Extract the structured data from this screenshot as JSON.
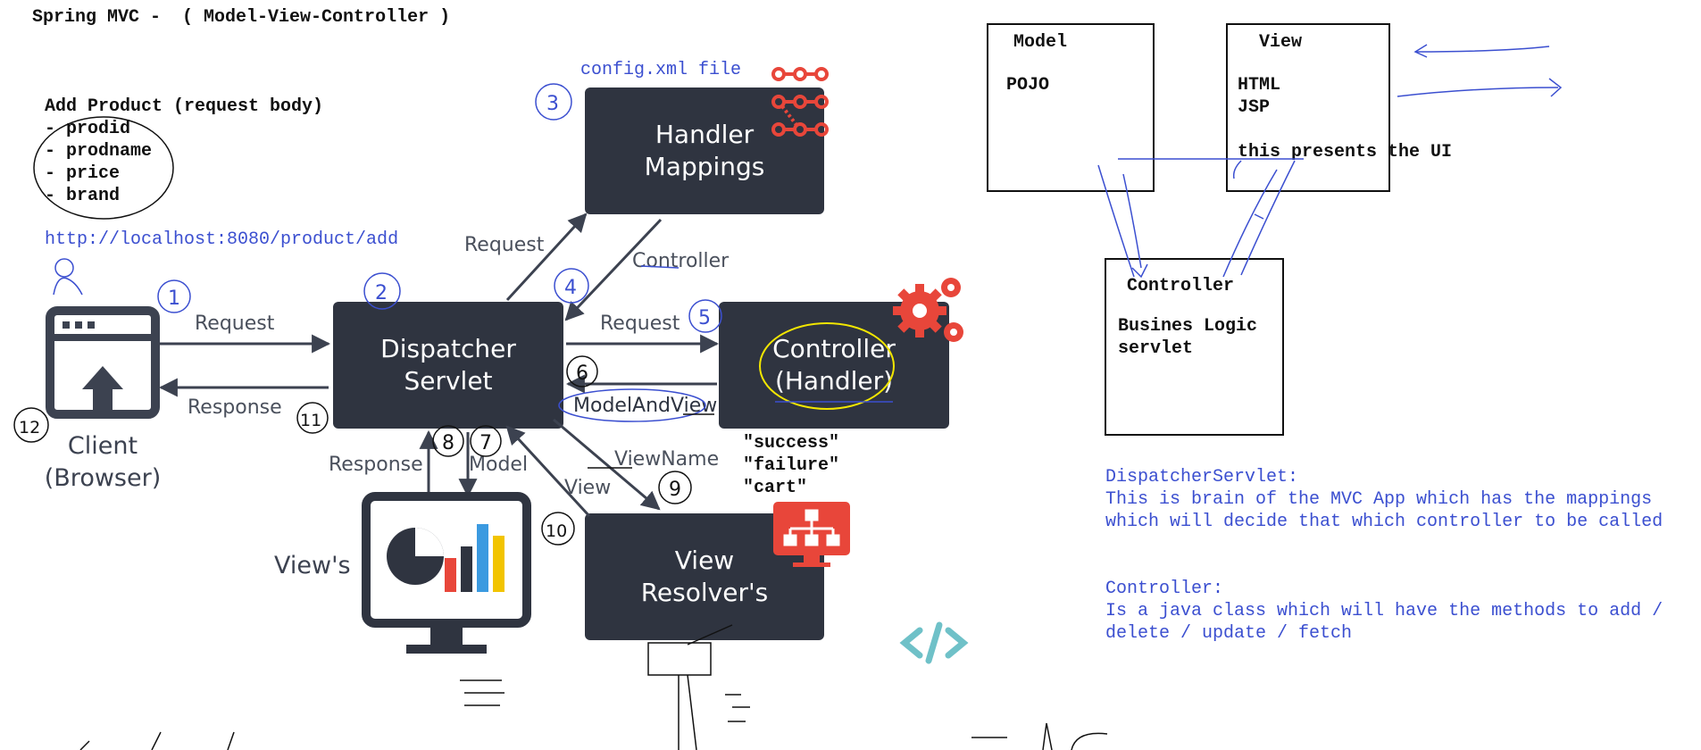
{
  "title": "Spring MVC -  ( Model-View-Controller )",
  "request_body": {
    "heading": "Add Product (request body)",
    "fields": [
      "- prodid",
      "- prodname",
      "- price",
      "- brand"
    ]
  },
  "url": "http://localhost:8080/product/add",
  "config_file": "config.xml file",
  "diagram": {
    "client": {
      "line1": "Client",
      "line2": "(Browser)"
    },
    "dispatcher": "Dispatcher\nServlet",
    "handler_mappings": "Handler\nMappings",
    "controller": "Controller\n(Handler)",
    "view_resolver": "View\nResolver's",
    "views_label": "View's",
    "arrows": {
      "request_client": "Request",
      "response_client": "Response",
      "request_hm": "Request",
      "controller_hm": "Controller",
      "request_ctrl": "Request",
      "model_and_view": "ModelAndView",
      "view_name": "ViewName",
      "view_vr": "View",
      "response_view": "Response",
      "model_view": "Model"
    },
    "step_numbers": [
      "1",
      "2",
      "3",
      "4",
      "5",
      "6",
      "7",
      "8",
      "9",
      "10",
      "11",
      "12"
    ],
    "view_names": [
      "\"success\"",
      "\"failure\"",
      "\"cart\""
    ]
  },
  "mvc_boxes": {
    "model": {
      "title": "Model",
      "content": "POJO"
    },
    "view": {
      "title": "View",
      "line1": "HTML",
      "line2": "JSP",
      "line3": "this presents the UI"
    },
    "controller": {
      "title": "Controller",
      "line1": "Busines Logic",
      "line2": "servlet"
    }
  },
  "notes": {
    "dispatcher_heading": "DispatcherServlet:",
    "dispatcher_text": "This is brain of the MVC App which has the mappings which will decide that which controller to be called",
    "controller_heading": "Controller:",
    "controller_text": "Is a java class which will have the methods to add / delete / update / fetch"
  },
  "colors": {
    "box": "#2f3440",
    "accent_red": "#e8463a",
    "accent_teal": "#6fc1c8",
    "ink_blue": "#3b4fd0",
    "highlight_yellow": "#f2e600"
  },
  "icons": [
    "browser-upload-icon",
    "gear-icon",
    "network-nodes-icon",
    "sitemap-monitor-icon",
    "chart-monitor-icon",
    "code-brackets-icon",
    "user-icon"
  ]
}
